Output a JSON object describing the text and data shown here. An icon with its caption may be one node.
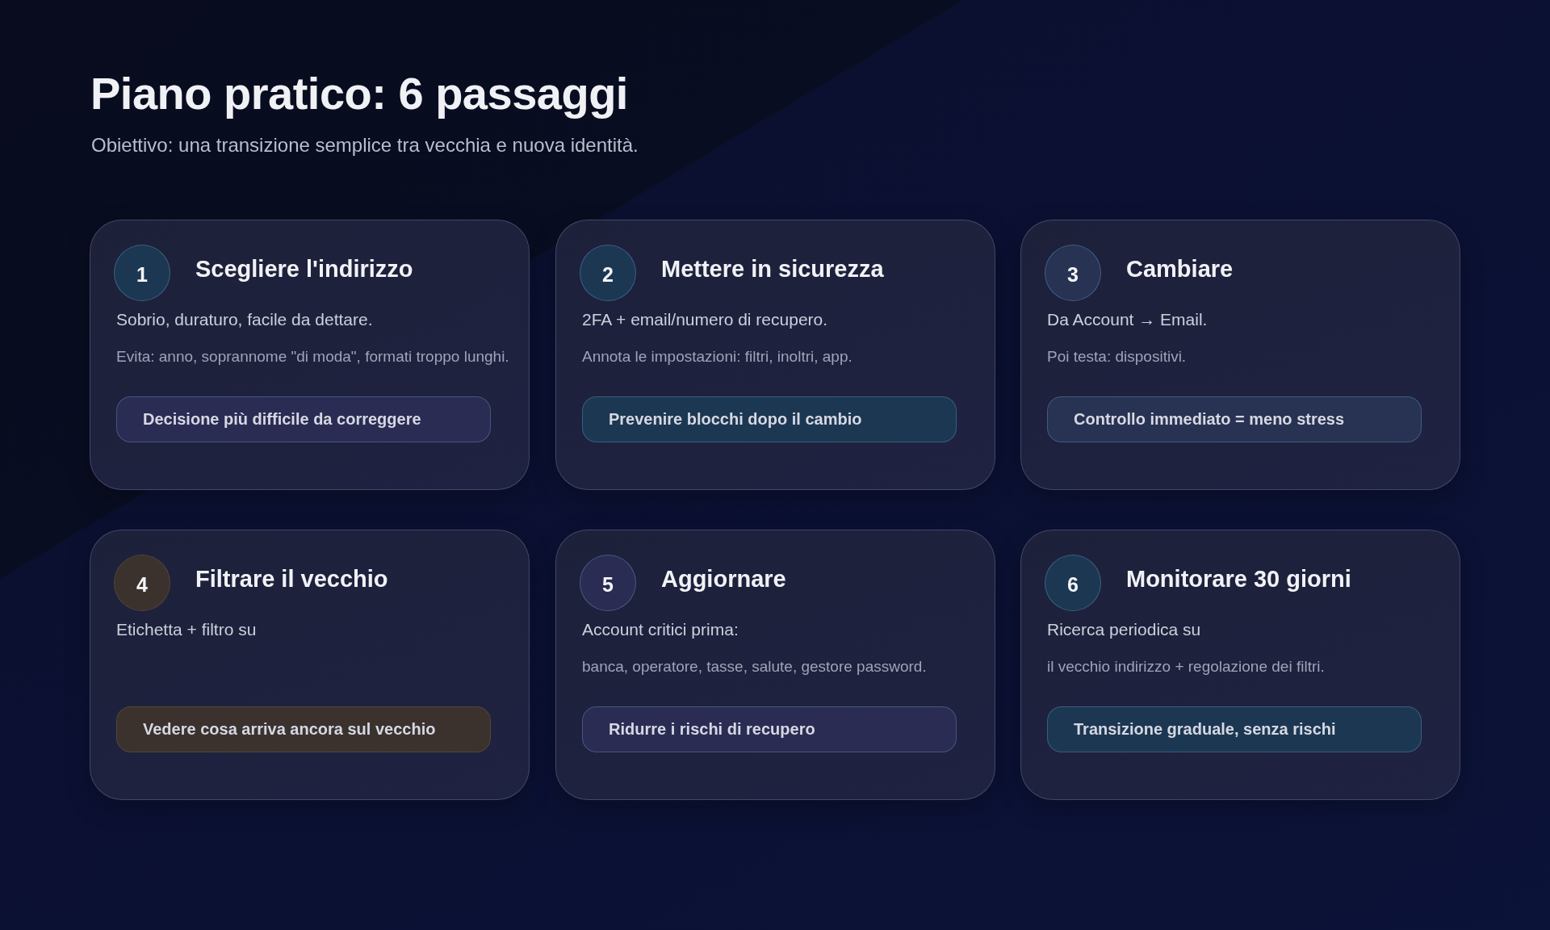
{
  "diagram": {
    "title": "Piano pratico: 6 passaggi",
    "nodes": [
      {
        "text": [
          "Scegliere l'indirizzo",
          "Sobrio, duraturo, facile da dettare.",
          "Evita: anno, soprannome \"di moda\", formati troppo lunghi."
        ]
      },
      {
        "text": [
          "1"
        ],
        "in": 0
      },
      {
        "text": [
          "Decisione più difficile da correggere"
        ],
        "in": 0
      },
      {
        "text": [
          "Mettere in sicurezza",
          "2FA + email/numero di recupero.",
          "Annota le impostazioni: filtri, inoltri, app."
        ]
      },
      {
        "text": [
          "2"
        ],
        "in": 3
      },
      {
        "text": [
          "Prevenire blocchi dopo il cambio"
        ],
        "in": 3
      },
      {
        "text": [
          "Cambiare",
          "Da Account → Email.",
          "Poi testa: dispositivi."
        ]
      },
      {
        "text": [
          "3"
        ],
        "in": 6
      },
      {
        "text": [
          "Controllo immediato = meno stress"
        ],
        "in": 6
      },
      {
        "text": [
          "Filtrare il vecchio",
          "Etichetta + filtro su"
        ]
      },
      {
        "text": [
          "4"
        ],
        "in": 9
      },
      {
        "text": [
          "Vedere cosa arriva ancora sul vecchio"
        ],
        "in": 9
      },
      {
        "text": [
          "Aggiornare",
          "Account critici prima:",
          "banca, operatore, tasse, salute, gestore password."
        ]
      },
      {
        "text": [
          "5"
        ],
        "in": 12
      },
      {
        "text": [
          "Ridurre i rischi di recupero"
        ],
        "in": 12
      },
      {
        "text": [
          "Monitorare 30 giorni",
          "Ricerca periodica su",
          "il vecchio indirizzo + regolazione dei filtri."
        ]
      },
      {
        "text": [
          "6"
        ],
        "in": 15
      },
      {
        "text": [
          "Transizione graduale, senza rischi"
        ],
        "in": 15
      }
    ],
    "labels": [
      "Obiettivo: una transizione semplice tra vecchia e nuova identità."
    ]
  }
}
